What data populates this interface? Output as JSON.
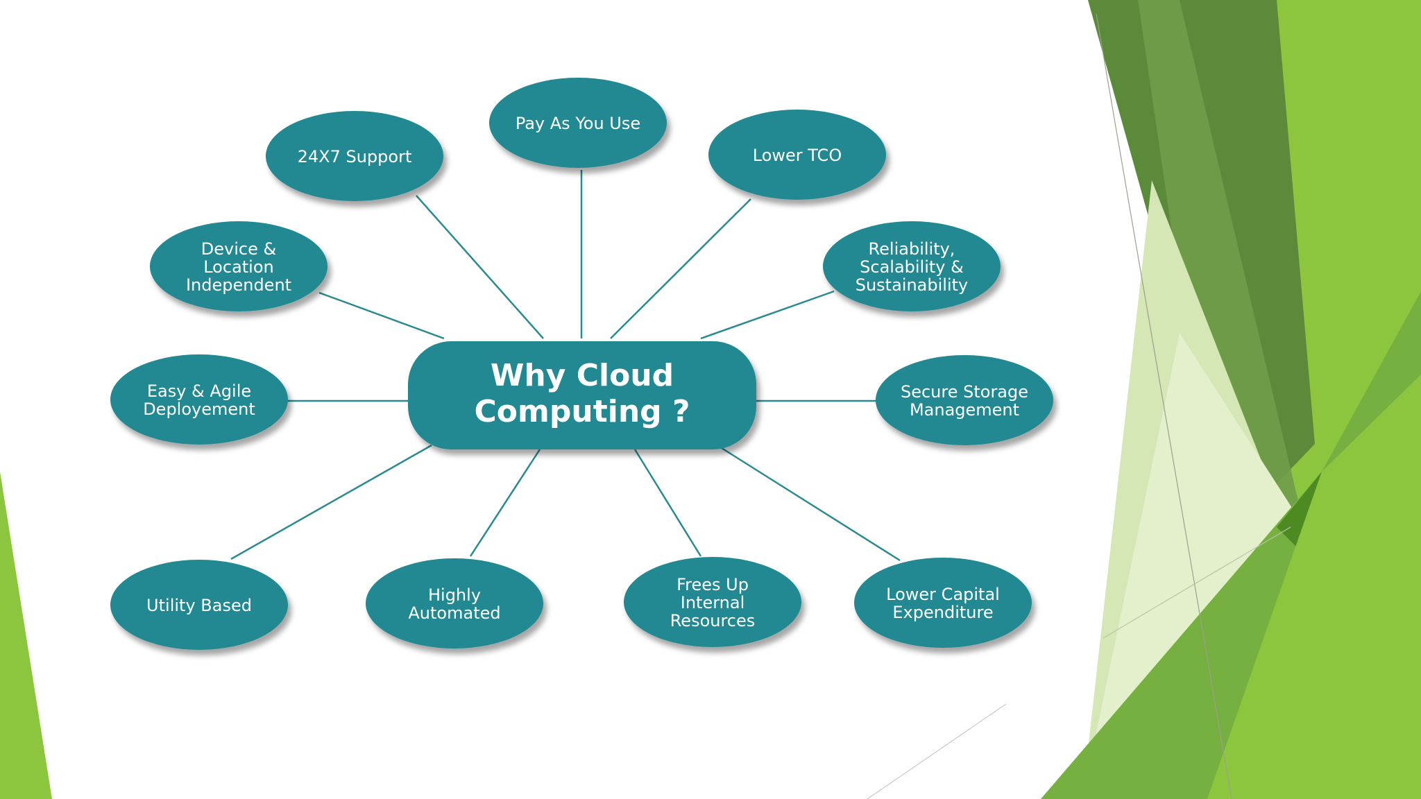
{
  "colors": {
    "node": "#218892",
    "line": "#2a8a90",
    "text": "#ffffff",
    "green_light": "#8cc63f",
    "green_mid": "#76b041",
    "green_dark": "#5b8a3a",
    "green_pale": "#d5e7b5"
  },
  "diagram": {
    "center": {
      "lines": [
        "Why Cloud",
        "Computing ?"
      ]
    },
    "nodes": [
      {
        "id": "pay-as-you-use",
        "lines": [
          "Pay As You Use"
        ]
      },
      {
        "id": "24x7-support",
        "lines": [
          "24X7 Support"
        ]
      },
      {
        "id": "lower-tco",
        "lines": [
          "Lower TCO"
        ]
      },
      {
        "id": "device-location",
        "lines": [
          "Device &",
          "Location",
          "Independent"
        ]
      },
      {
        "id": "reliability",
        "lines": [
          "Reliability,",
          "Scalability &",
          "Sustainability"
        ]
      },
      {
        "id": "easy-agile",
        "lines": [
          "Easy & Agile",
          "Deployement"
        ]
      },
      {
        "id": "secure-storage",
        "lines": [
          "Secure Storage",
          "Management"
        ]
      },
      {
        "id": "utility-based",
        "lines": [
          "Utility Based"
        ]
      },
      {
        "id": "highly-automated",
        "lines": [
          "Highly",
          "Automated"
        ]
      },
      {
        "id": "frees-up",
        "lines": [
          "Frees Up",
          "Internal",
          "Resources"
        ]
      },
      {
        "id": "lower-capex",
        "lines": [
          "Lower Capital",
          "Expenditure"
        ]
      }
    ]
  }
}
